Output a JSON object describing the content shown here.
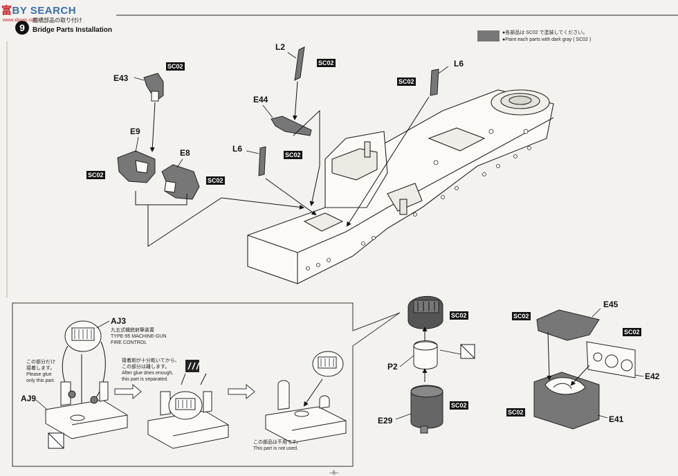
{
  "watermark": {
    "brand_prefix": "富",
    "brand_suffix": "BY SEARCH",
    "url": "www.xbaas.com"
  },
  "step": {
    "number": "9",
    "title_jp": "艦橋部品の取り付け",
    "title_en": "Bridge Parts Installation"
  },
  "paint_note": {
    "jp": "●各部品は SC02 で塗装してください。",
    "en": "●Paint each parts with dark gray ( SC02 )"
  },
  "color_code": "SC02",
  "parts": {
    "L2": "L2",
    "L6_top": "L6",
    "L6_mid": "L6",
    "E43": "E43",
    "E44": "E44",
    "E9": "E9",
    "E8": "E8",
    "AJ3": "AJ3",
    "AJ9": "AJ9",
    "P2": "P2",
    "E29": "E29",
    "E45": "E45",
    "E42": "E42",
    "E41": "E41"
  },
  "aj3_desc": {
    "jp": "九五式機銃射撃装置",
    "en1": "TYPE-95 MACHINE-GUN",
    "en2": "FIRE CONTROL"
  },
  "glue_note": {
    "jp1": "この部分だけ",
    "jp2": "接着します。",
    "en1": "Please  glue",
    "en2": "only this part."
  },
  "separate_note": {
    "jp1": "接着剤が十分乾いてから、",
    "jp2": "この部分は離します。",
    "en1": "After glue dries enough,",
    "en2": "this part is separated."
  },
  "not_used_note": {
    "jp": "この部品は不用です。",
    "en": "This part is not used."
  },
  "page_number": "–6–"
}
